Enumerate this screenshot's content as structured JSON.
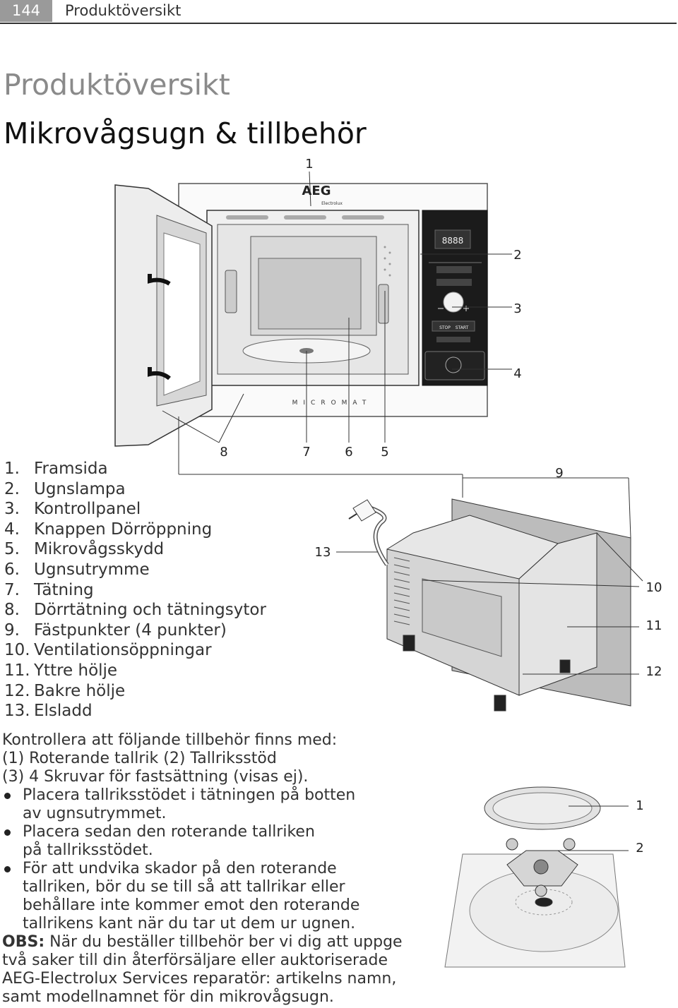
{
  "header": {
    "page_number": "144",
    "section": "Produktöversikt"
  },
  "title": "Produktöversikt",
  "subtitle": "Mikrovågsugn & tillbehör",
  "figure_top": {
    "brand": "AEG",
    "brand_sub": "Electrolux",
    "model": "MICROMAT",
    "display": "8888",
    "btn_stop": "STOP",
    "btn_start": "START",
    "labels": {
      "l1": "1",
      "l2": "2",
      "l3": "3",
      "l4": "4",
      "l5": "5",
      "l6": "6",
      "l7": "7",
      "l8": "8"
    }
  },
  "figure_mid": {
    "labels": {
      "l9": "9",
      "l10": "10",
      "l11": "11",
      "l12": "12",
      "l13": "13"
    }
  },
  "figure_bottom": {
    "labels": {
      "l1": "1",
      "l2": "2"
    }
  },
  "parts": [
    {
      "num": "1.",
      "label": "Framsida"
    },
    {
      "num": "2.",
      "label": "Ugnslampa"
    },
    {
      "num": "3.",
      "label": "Kontrollpanel"
    },
    {
      "num": "4.",
      "label": "Knappen Dörröppning"
    },
    {
      "num": "5.",
      "label": "Mikrovågsskydd"
    },
    {
      "num": "6.",
      "label": "Ugnsutrymme"
    },
    {
      "num": "7.",
      "label": "Tätning"
    },
    {
      "num": "8.",
      "label": "Dörrtätning och tätningsytor"
    },
    {
      "num": "9.",
      "label": "Fästpunkter (4 punkter)"
    },
    {
      "num": "10.",
      "label": "Ventilationsöppningar"
    },
    {
      "num": "11.",
      "label": "Yttre hölje"
    },
    {
      "num": "12.",
      "label": "Bakre hölje"
    },
    {
      "num": "13.",
      "label": "Elsladd"
    }
  ],
  "accessories": {
    "intro": "Kontrollera att följande tillbehör finns med:",
    "line1": "(1) Roterande tallrik (2) Tallriksstöd",
    "line2": "(3) 4 Skruvar för fastsättning (visas ej).",
    "bullets": [
      "Placera tallriksstödet i tätningen på botten av ugnsutrymmet.",
      "Placera sedan den roterande tallriken på tallriksstödet.",
      "För att undvika skador på den roterande tallriken, bör du se till så att tallrikar eller behållare inte kommer emot den roterande tallrikens kant när du tar ut dem ur ugnen."
    ],
    "obs_label": "OBS:",
    "obs_text": " När du beställer tillbehör ber vi dig att uppge två saker till din återförsäljare eller auktoriserade AEG-Electrolux Services reparatör: artikelns namn, samt modellnamnet för din mikrovågsugn."
  }
}
